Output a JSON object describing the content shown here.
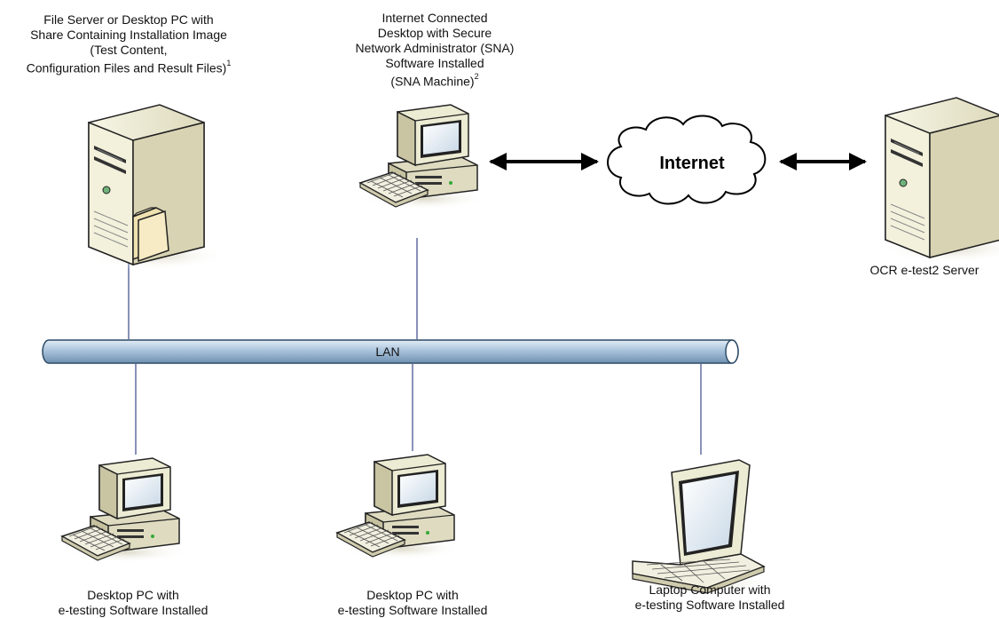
{
  "nodes": {
    "file_server": {
      "lines": [
        "File Server or Desktop PC with",
        "Share Containing Installation Image",
        "(Test Content,",
        "Configuration Files and Result Files)"
      ],
      "footnote": "1"
    },
    "sna_machine": {
      "lines": [
        "Internet Connected",
        "Desktop with Secure",
        "Network Administrator (SNA)",
        "Software Installed",
        "(SNA Machine)"
      ],
      "footnote": "2"
    },
    "internet": {
      "label": "Internet"
    },
    "ocr_server": {
      "label": "OCR e-test2 Server"
    },
    "lan": {
      "label": "LAN"
    },
    "desktop_1": {
      "lines": [
        "Desktop PC with",
        "e-testing Software Installed"
      ]
    },
    "desktop_2": {
      "lines": [
        "Desktop PC with",
        "e-testing Software Installed"
      ]
    },
    "laptop": {
      "lines": [
        "Laptop Computer with",
        "e-testing Software Installed"
      ]
    }
  },
  "colors": {
    "lan_fill": "#a9c3db",
    "lan_stroke": "#2b4a66",
    "connector_line": "#3a4a8a",
    "tower_body": "#ecebd3",
    "tower_shade": "#c9c5a3",
    "arrow": "#000000"
  }
}
